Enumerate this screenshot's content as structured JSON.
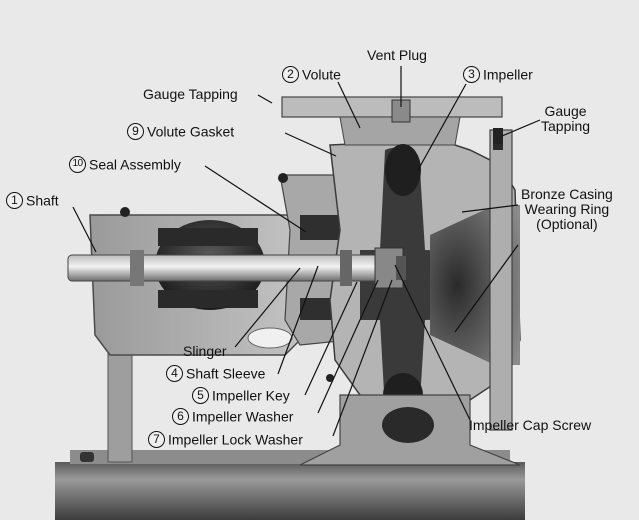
{
  "diagram": {
    "labels": [
      {
        "id": "shaft",
        "number": "1",
        "text": "Shaft"
      },
      {
        "id": "volute",
        "number": "2",
        "text": "Volute"
      },
      {
        "id": "impeller",
        "number": "3",
        "text": "Impeller"
      },
      {
        "id": "shaft-sleeve",
        "number": "4",
        "text": "Shaft Sleeve"
      },
      {
        "id": "impeller-key",
        "number": "5",
        "text": "Impeller Key"
      },
      {
        "id": "impeller-washer",
        "number": "6",
        "text": "Impeller Washer"
      },
      {
        "id": "impeller-lock-washer",
        "number": "7",
        "text": "Impeller Lock Washer"
      },
      {
        "id": "volute-gasket",
        "number": "9",
        "text": "Volute Gasket"
      },
      {
        "id": "seal-assembly",
        "number": "10",
        "text": "Seal Assembly"
      }
    ],
    "plain_labels": {
      "vent_plug": "Vent Plug",
      "gauge_tapping_left": "Gauge Tapping",
      "gauge_tapping_right_1": "Gauge",
      "gauge_tapping_right_2": "Tapping",
      "bronze_1": "Bronze Casing",
      "bronze_2": "Wearing Ring",
      "bronze_3": "(Optional)",
      "slinger": "Slinger",
      "impeller_cap_screw": "Impeller Cap Screw"
    }
  }
}
